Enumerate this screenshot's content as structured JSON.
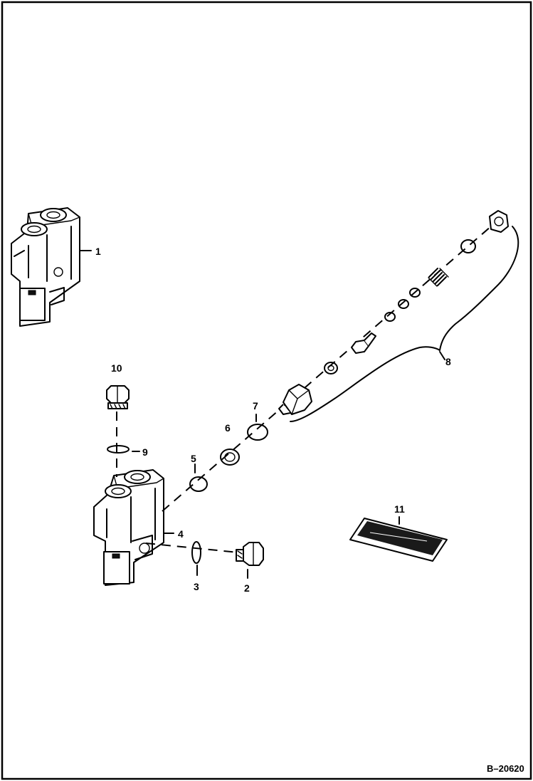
{
  "callouts": {
    "c1": "1",
    "c2": "2",
    "c3": "3",
    "c4": "4",
    "c5": "5",
    "c6": "6",
    "c7": "7",
    "c8": "8",
    "c9": "9",
    "c10": "10",
    "c11": "11"
  },
  "figure_code": "B–20620"
}
